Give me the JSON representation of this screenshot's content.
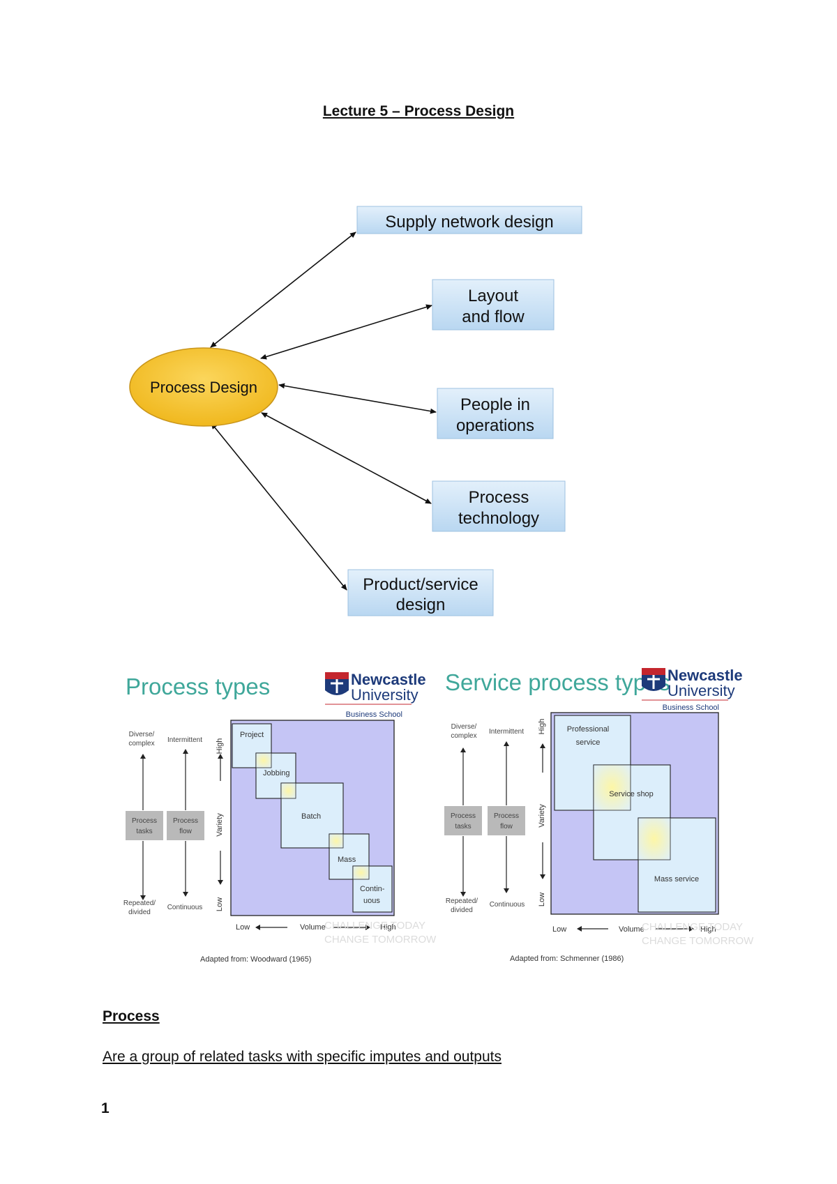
{
  "document": {
    "title": "Lecture 5 – Process Design",
    "section_heading": "Process",
    "definition": "Are a group of related tasks with specific imputes and outputs",
    "page_number": "1"
  },
  "hub_diagram": {
    "center": "Process Design",
    "nodes": [
      {
        "lines": [
          "Supply network design"
        ]
      },
      {
        "lines": [
          "Layout",
          "and flow"
        ]
      },
      {
        "lines": [
          "People in",
          "operations"
        ]
      },
      {
        "lines": [
          "Process",
          "technology"
        ]
      },
      {
        "lines": [
          "Product/service",
          "design"
        ]
      }
    ]
  },
  "slides": [
    {
      "title": "Process types",
      "logo": {
        "line1": "Newcastle",
        "line2": "University",
        "line3": "Business School"
      },
      "left_labels": {
        "top_a": "Diverse/",
        "top_b": "complex",
        "bottom_a": "Repeated/",
        "bottom_b": "divided",
        "box_a": "Process",
        "box_b": "tasks"
      },
      "mid_labels": {
        "top": "Intermittent",
        "bottom": "Continuous",
        "box_a": "Process",
        "box_b": "flow"
      },
      "axis": {
        "high": "High",
        "variety": "Variety",
        "low": "Low",
        "x_low": "Low",
        "x_volume": "Volume",
        "x_high": "High"
      },
      "boxes": [
        "Project",
        "Jobbing",
        "Batch",
        "Mass",
        "Contin-",
        "uous"
      ],
      "watermark": [
        "CHALLENGE TODAY",
        "CHANGE TOMORROW"
      ],
      "source": "Adapted from: Woodward (1965)"
    },
    {
      "title": "Service process types",
      "logo": {
        "line1": "Newcastle",
        "line2": "University",
        "line3": "Business School"
      },
      "left_labels": {
        "top_a": "Diverse/",
        "top_b": "complex",
        "bottom_a": "Repeated/",
        "bottom_b": "divided",
        "box_a": "Process",
        "box_b": "tasks"
      },
      "mid_labels": {
        "top": "Intermittent",
        "bottom": "Continuous",
        "box_a": "Process",
        "box_b": "flow"
      },
      "axis": {
        "high": "High",
        "variety": "Variety",
        "low": "Low",
        "x_low": "Low",
        "x_volume": "Volume",
        "x_high": "High"
      },
      "boxes": [
        "Professional",
        "service",
        "Service shop",
        "Mass service"
      ],
      "watermark": [
        "CHALLENGE TODAY",
        "CHANGE TOMORROW"
      ],
      "source": "Adapted from: Schmenner (1986)"
    }
  ],
  "colors": {
    "ellipse_fill": "#f5c431",
    "node_fill": "#cfe4f7",
    "slide_title": "#3fa79a",
    "matrix_fill": "#c5c5f5",
    "logo_blue": "#1d3a7a"
  }
}
